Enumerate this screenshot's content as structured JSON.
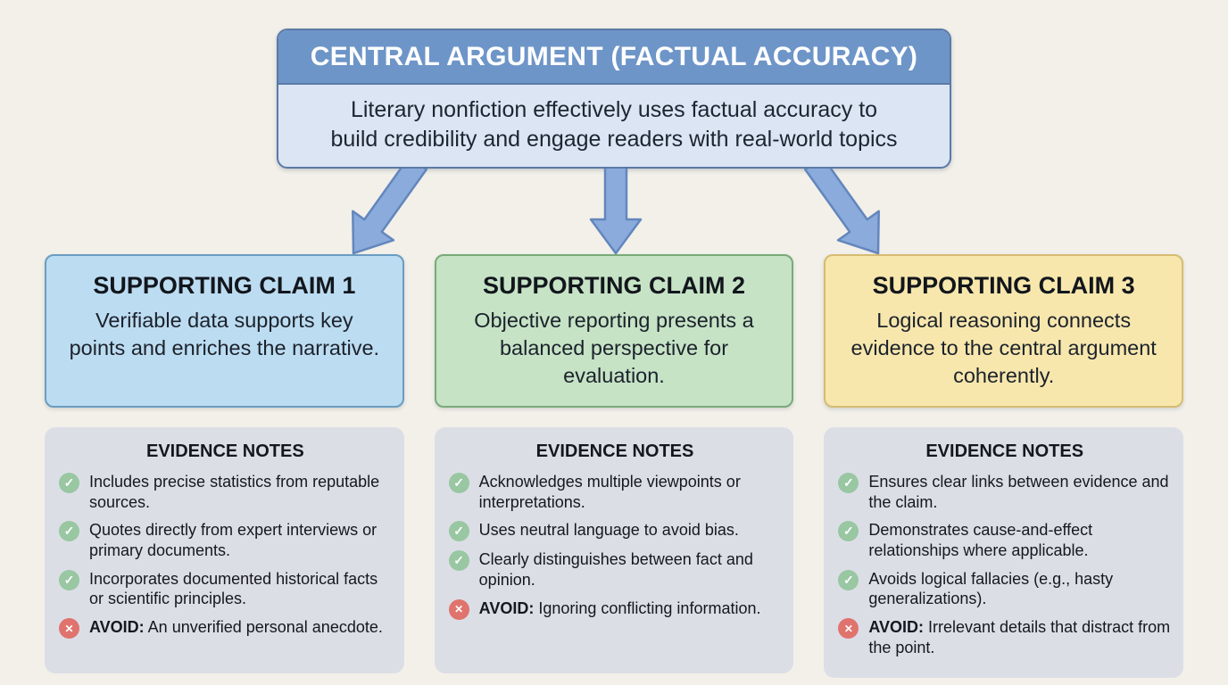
{
  "central_argument": {
    "title": "CENTRAL ARGUMENT (FACTUAL ACCURACY)",
    "body": "Literary nonfiction effectively uses factual accuracy to build credibility and engage readers with real-world topics"
  },
  "columns": [
    {
      "claim_title": "SUPPORTING CLAIM 1",
      "claim_body": "Verifiable data supports key points and enriches the narrative.",
      "evidence_title": "EVIDENCE NOTES",
      "items": [
        {
          "icon": "check-icon",
          "prefix": "",
          "text": "Includes precise statistics from reputable sources."
        },
        {
          "icon": "check-icon",
          "prefix": "",
          "text": "Quotes directly from expert interviews or primary documents."
        },
        {
          "icon": "check-icon",
          "prefix": "",
          "text": "Incorporates documented historical facts or scientific principles."
        },
        {
          "icon": "x-icon",
          "prefix": "AVOID:",
          "text": " An unverified personal anecdote."
        }
      ]
    },
    {
      "claim_title": "SUPPORTING CLAIM 2",
      "claim_body": "Objective reporting presents a balanced perspective for evaluation.",
      "evidence_title": "EVIDENCE NOTES",
      "items": [
        {
          "icon": "check-icon",
          "prefix": "",
          "text": "Acknowledges multiple viewpoints or interpretations."
        },
        {
          "icon": "check-icon",
          "prefix": "",
          "text": "Uses neutral language to avoid bias."
        },
        {
          "icon": "check-icon",
          "prefix": "",
          "text": "Clearly distinguishes between fact and opinion."
        },
        {
          "icon": "x-icon",
          "prefix": "AVOID:",
          "text": " Ignoring conflicting information."
        }
      ]
    },
    {
      "claim_title": "SUPPORTING CLAIM 3",
      "claim_body": "Logical reasoning connects evidence to the central argument coherently.",
      "evidence_title": "EVIDENCE NOTES",
      "items": [
        {
          "icon": "check-icon",
          "prefix": "",
          "text": "Ensures clear links between evidence and the claim."
        },
        {
          "icon": "check-icon",
          "prefix": "",
          "text": "Demonstrates cause-and-effect relationships where applicable."
        },
        {
          "icon": "check-icon",
          "prefix": "",
          "text": "Avoids logical fallacies (e.g., hasty generalizations)."
        },
        {
          "icon": "x-icon",
          "prefix": "AVOID:",
          "text": " Irrelevant details that distract from the point."
        }
      ]
    }
  ],
  "colors": {
    "page-bg": "#f2f0e9",
    "central-header-bg": "#6e95c8",
    "central-border": "#5a7aa6",
    "central-body-bg": "#dbe5f4",
    "arrow-fill": "#8aabdb",
    "arrow-stroke": "#6386bd",
    "claim1-bg": "#bcdcf1",
    "claim1-border": "#6b9dc2",
    "claim2-bg": "#c6e3c6",
    "claim2-border": "#79aa79",
    "claim3-bg": "#f7e7ad",
    "claim3-border": "#d6bc72",
    "evidence-bg": "#dcdee6",
    "check-icon": "#98c7a2",
    "x-icon": "#e0736d",
    "text-dark": "#1a202a"
  }
}
